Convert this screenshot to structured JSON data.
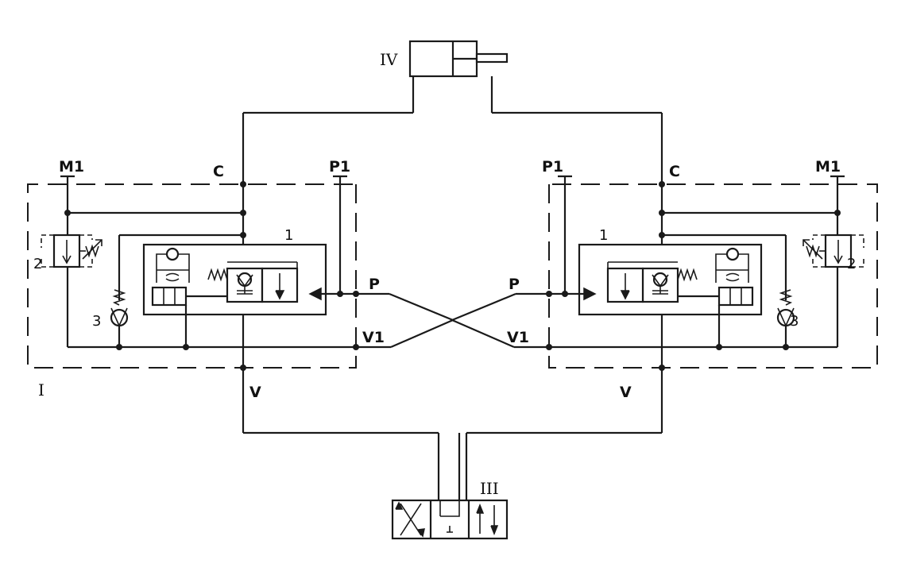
{
  "labels": {
    "m1": "M1",
    "c": "C",
    "p1": "P1",
    "p": "P",
    "v1": "V1",
    "v": "V",
    "one": "1",
    "two": "2",
    "three": "3",
    "roman_i": "I",
    "roman_iii": "III",
    "roman_iv": "IV"
  },
  "colors": {
    "stroke": "#1a1a1a",
    "background": "#ffffff"
  }
}
